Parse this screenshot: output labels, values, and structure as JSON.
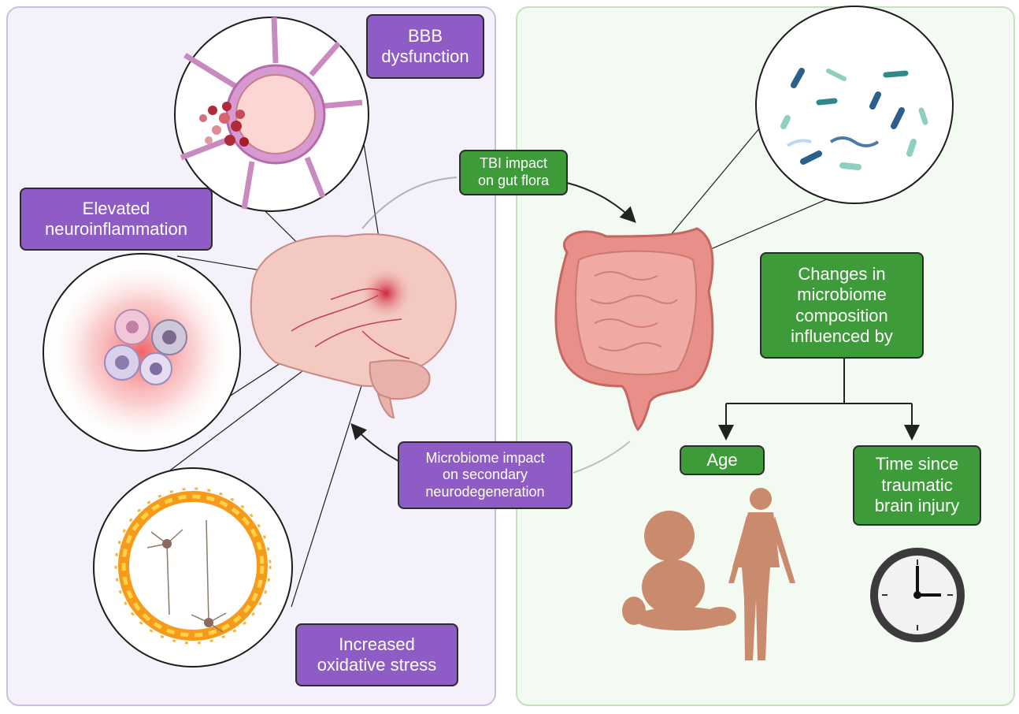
{
  "labels": {
    "bbb": "BBB\ndysfunction",
    "neuroinflammation": "Elevated\nneuroinflammation",
    "oxidative": "Increased\noxidative stress",
    "tbi_gut": "TBI impact\non gut flora",
    "microbiome_impact": "Microbiome impact\non secondary\nneurodegeneration",
    "changes": "Changes in\nmicrobiome\ncomposition\ninfluenced by",
    "age": "Age",
    "time_since": "Time since\ntraumatic\nbrain injury"
  },
  "colors": {
    "purple_label": "#8e5cc4",
    "green_label": "#3e9b3a",
    "left_panel_bg": "#f4f1fb",
    "right_panel_bg": "#f3faf1",
    "inflammation": "#e05050",
    "fire": "#f59a1a"
  },
  "icons": [
    "brain-icon",
    "blood-vessel-icon",
    "immune-cells-icon",
    "burning-neurons-icon",
    "bacteria-icon",
    "intestine-icon",
    "baby-icon",
    "adult-icon",
    "clock-icon"
  ]
}
